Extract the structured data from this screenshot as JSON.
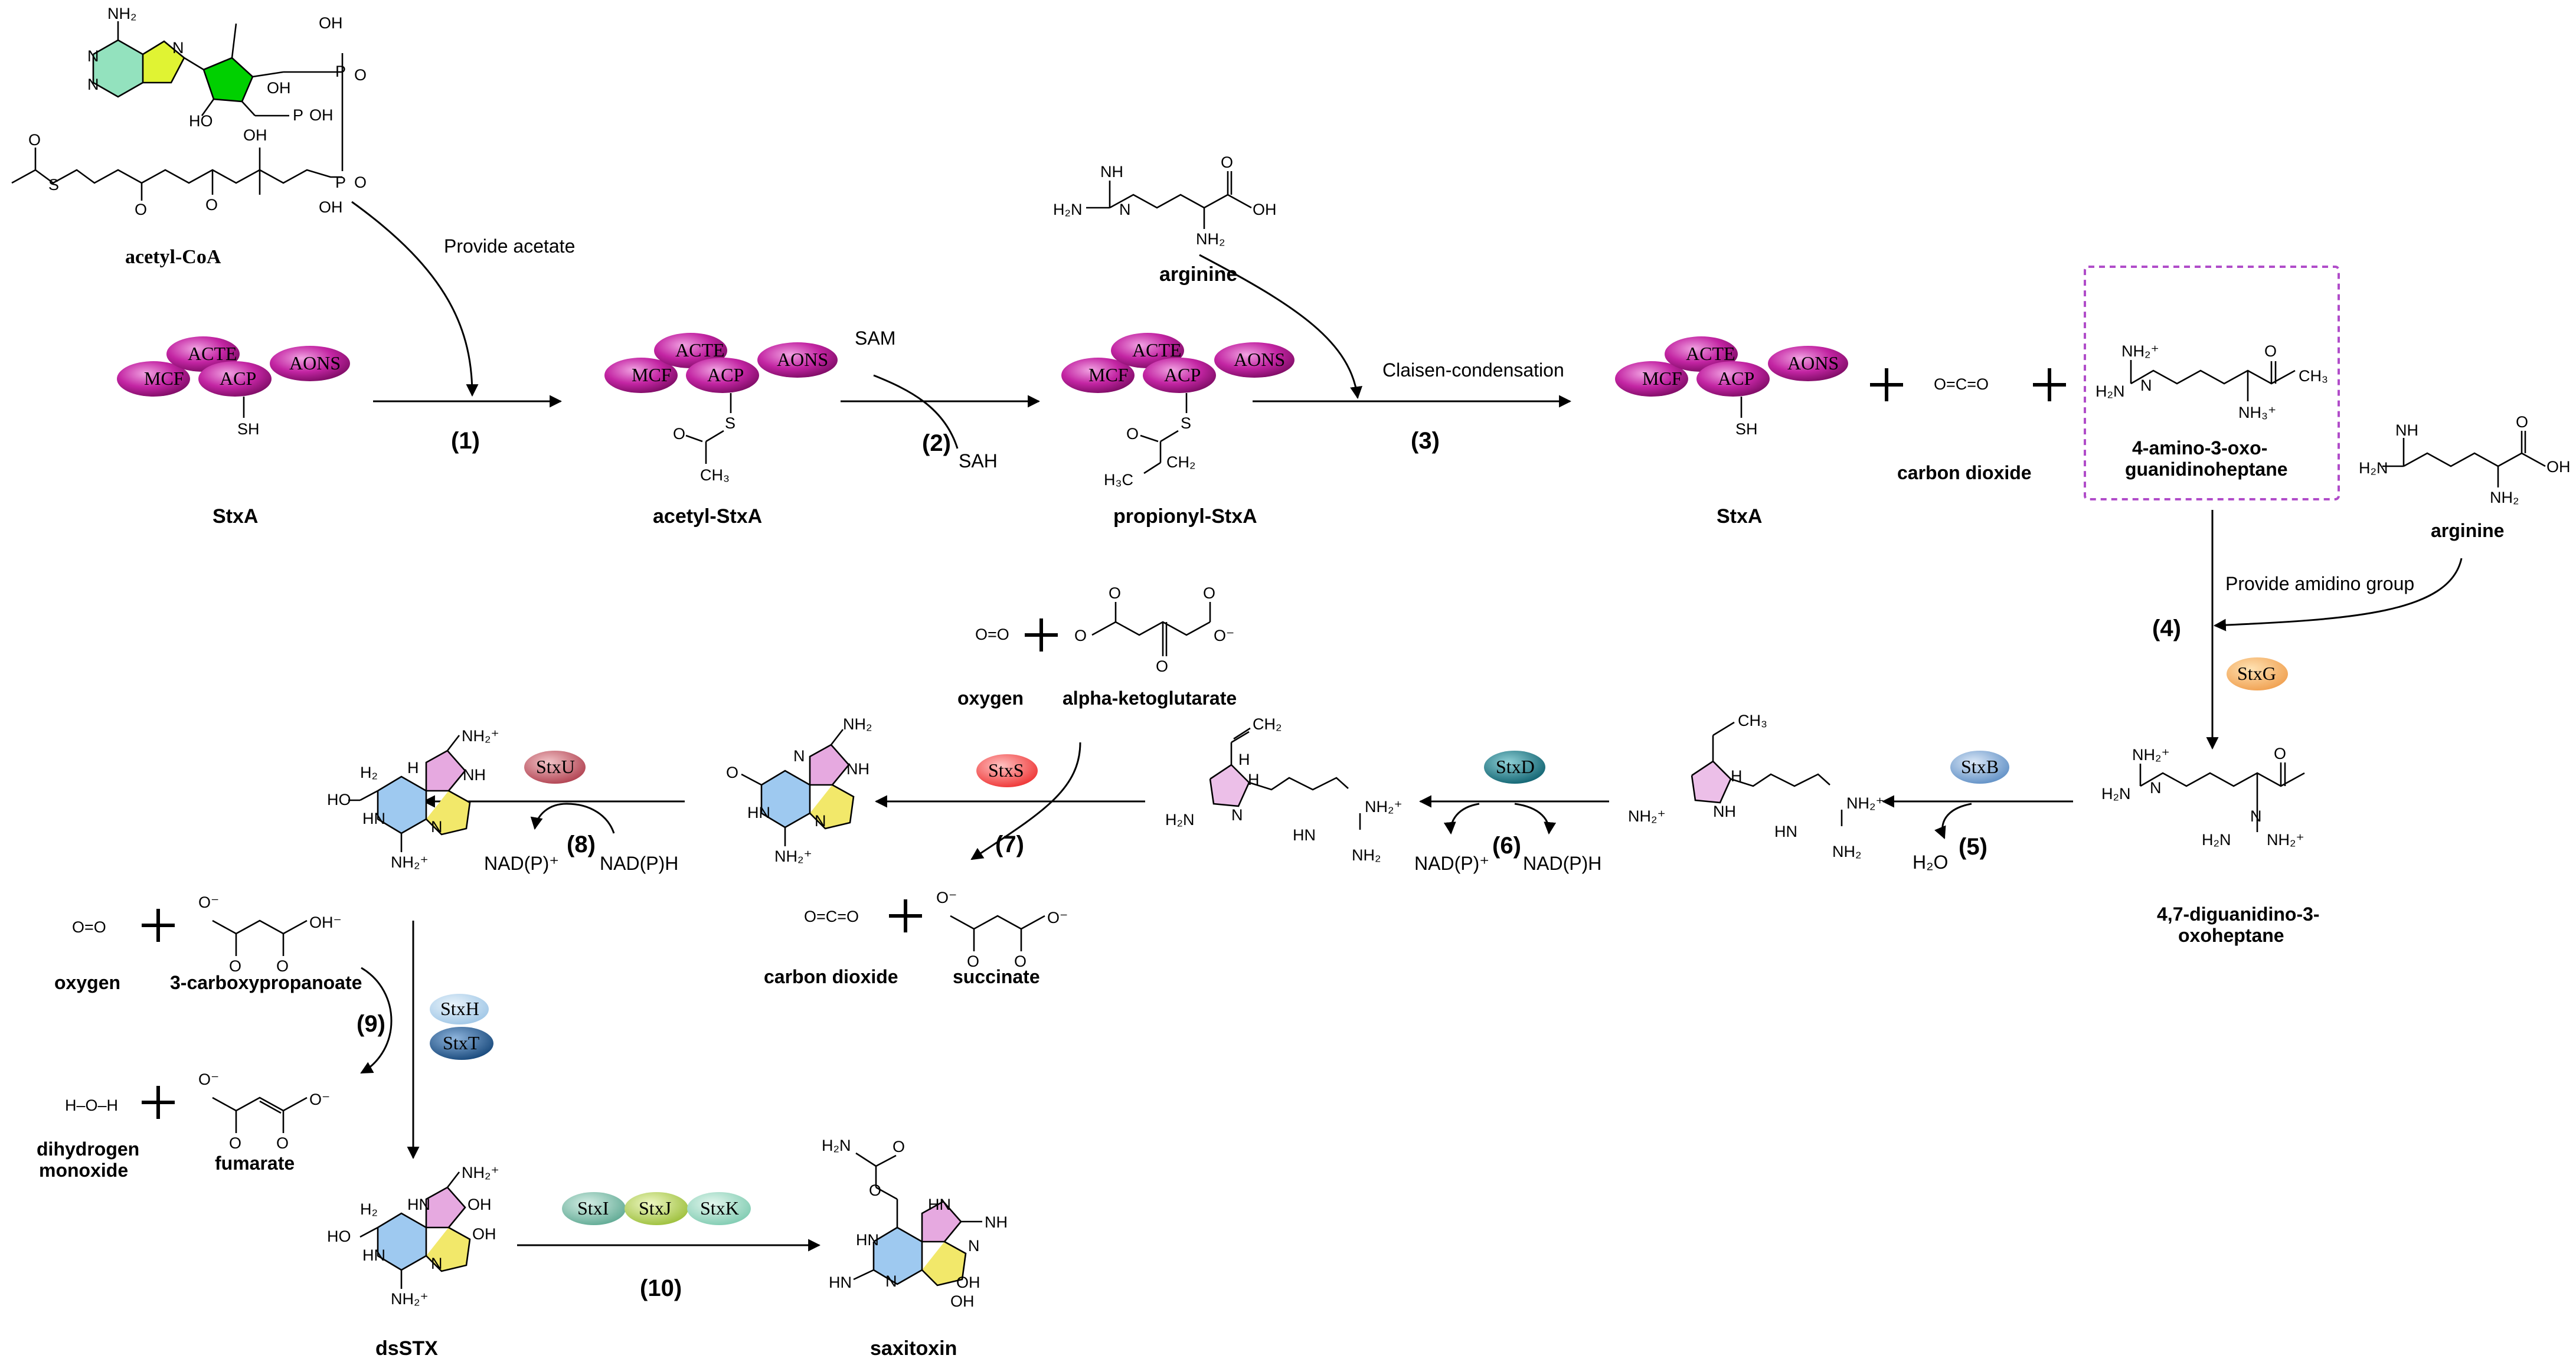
{
  "compounds": {
    "acetyl_coa": "acetyl-CoA",
    "stxa_1": "StxA",
    "acetyl_stxa": "acetyl-StxA",
    "propionyl_stxa": "propionyl-StxA",
    "arginine_1": "arginine",
    "stxa_2": "StxA",
    "carbon_dioxide_1": "carbon dioxide",
    "amino_oxo_line1": "4-amino-3-oxo-",
    "amino_oxo_line2": "guanidinoheptane",
    "arginine_2": "arginine",
    "diguanidino_line1": "4,7-diguanidino-3-",
    "diguanidino_line2": "oxoheptane",
    "oxygen_1": "oxygen",
    "alpha_ketoglutarate": "alpha-ketoglutarate",
    "carbon_dioxide_2": "carbon dioxide",
    "succinate": "succinate",
    "oxygen_2": "oxygen",
    "carboxypropanoate": "3-carboxypropanoate",
    "water_line1": "dihydrogen",
    "water_line2": "monoxide",
    "fumarate": "fumarate",
    "dsstx": "dsSTX",
    "saxitoxin": "saxitoxin"
  },
  "steps": [
    "(1)",
    "(2)",
    "(3)",
    "(4)",
    "(5)",
    "(6)",
    "(7)",
    "(8)",
    "(9)",
    "(10)"
  ],
  "notes": {
    "provide_acetate": "Provide acetate",
    "claisen": "Claisen-condensation",
    "provide_amidino": "Provide amidino group",
    "sam": "SAM",
    "sah": "SAH",
    "h2o": "H₂O",
    "nadp_ox_6": "NAD(P)⁺",
    "nadph_6": "NAD(P)H",
    "nadp_ox_8": "NAD(P)⁺",
    "nadph_8": "NAD(P)H"
  },
  "domains": {
    "acte": "ACTE",
    "mcf": "MCF",
    "acp": "ACP",
    "aons": "AONS"
  },
  "enzymes": {
    "stxg": "StxG",
    "stxb": "StxB",
    "stxd": "StxD",
    "stxs": "StxS",
    "stxu": "StxU",
    "stxh": "StxH",
    "stxt": "StxT",
    "stxi": "StxI",
    "stxj": "StxJ",
    "stxk": "StxK"
  },
  "atoms": {
    "sh": "SH",
    "s": "S",
    "o": "O",
    "ch3": "CH₃",
    "h3c": "H₃C",
    "nh2": "NH₂",
    "nh2p": "NH₂⁺",
    "nh3p": "NH₃⁺",
    "nh": "NH",
    "hn": "HN",
    "h2n": "H₂N",
    "oh": "OH",
    "ho": "HO",
    "o2": "O=O",
    "co2": "O=C=O",
    "n": "N",
    "h": "H",
    "h2": "H₂",
    "ch2": "CH₂",
    "p": "P",
    "o_minus": "O⁻",
    "oh_minus": "OH⁻",
    "water": "H–O–H",
    "ring_label": "N"
  },
  "colors": {
    "domain_magenta": "#b0108f",
    "highlight_dash": "#b04cc9",
    "adenine_green": "#00d000",
    "ring_blue": "#9ec9f0",
    "ring_pink": "#e6a9e0",
    "ring_yellow": "#f2e86a"
  }
}
